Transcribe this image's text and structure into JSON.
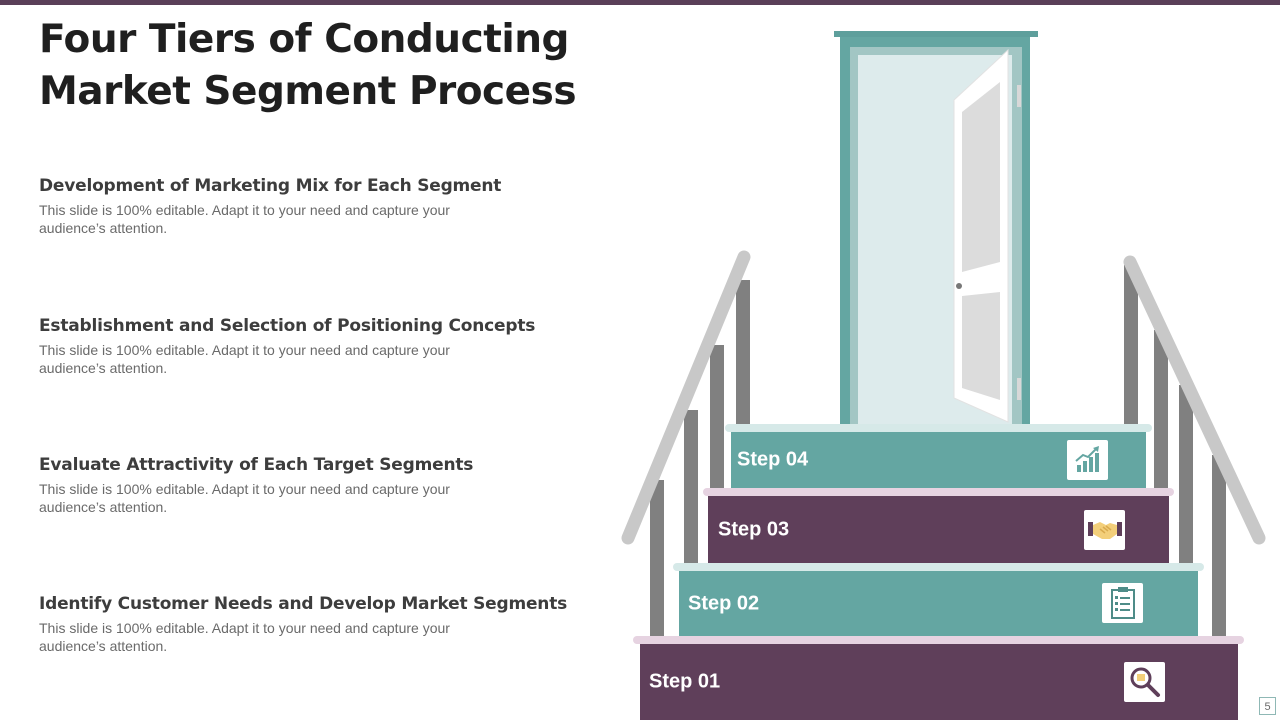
{
  "slide": {
    "title_line1": "Four Tiers of Conducting",
    "title_line2": "Market Segment Process",
    "page_number": "5"
  },
  "items": [
    {
      "heading": "Development of Marketing Mix for Each Segment",
      "text": "This slide is 100% editable. Adapt it to your need and capture your audience’s attention."
    },
    {
      "heading": "Establishment and Selection of Positioning Concepts",
      "text": "This slide is 100% editable. Adapt it to your need and capture your audience’s attention."
    },
    {
      "heading": "Evaluate Attractivity of Each Target Segments",
      "text": "This slide is 100% editable. Adapt it to your need and capture your audience’s attention."
    },
    {
      "heading": "Identify Customer Needs and Develop Market Segments",
      "text": "This slide is 100% editable. Adapt it to your need and capture your audience’s attention."
    }
  ],
  "steps": [
    {
      "label": "Step 04",
      "icon": "growth-chart-icon",
      "color": "#64a6a2"
    },
    {
      "label": "Step 03",
      "icon": "handshake-icon",
      "color": "#5f3f5a"
    },
    {
      "label": "Step 02",
      "icon": "clipboard-icon",
      "color": "#64a6a2"
    },
    {
      "label": "Step 01",
      "icon": "magnifier-icon",
      "color": "#5f3f5a"
    }
  ],
  "colors": {
    "accent_teal": "#64a6a2",
    "accent_plum": "#5f3f5a",
    "rail_gray": "#808080"
  }
}
